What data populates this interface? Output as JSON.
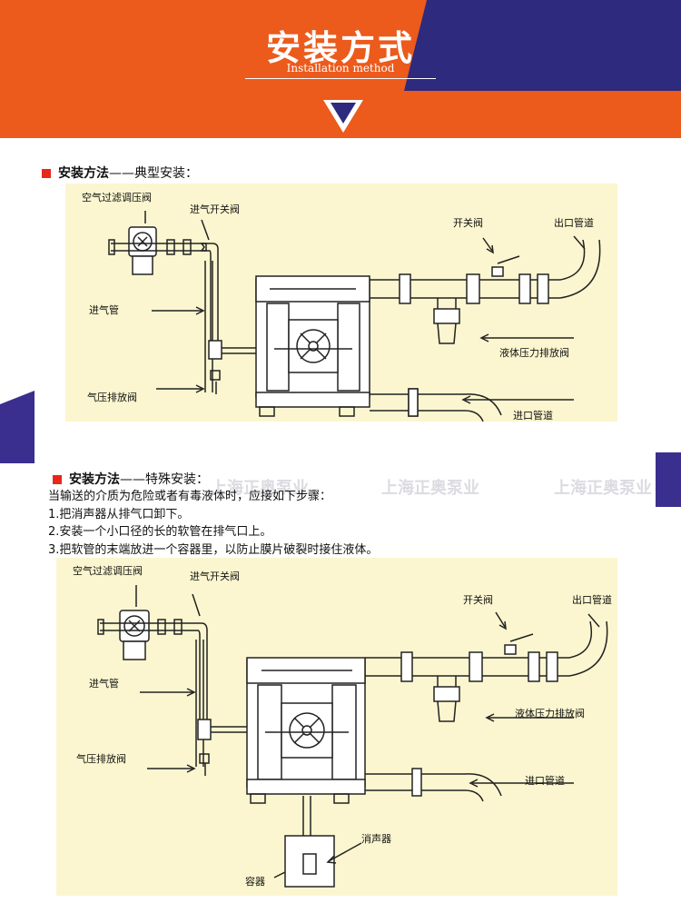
{
  "header": {
    "title": "安装方式",
    "subtitle": "Installation method",
    "colors": {
      "orange": "#ec5a1c",
      "navy": "#2e2a7e",
      "red": "#e8261c",
      "diagram_bg": "#fbf6cf"
    }
  },
  "section1": {
    "heading": "安装方法",
    "subheading": "——典型安装：",
    "labels": {
      "filter": "空气过滤调压阀",
      "inlet_valve": "进气开关阀",
      "switch_valve": "开关阀",
      "outlet_pipe": "出口管道",
      "air_pipe": "进气管",
      "relief": "液体压力排放阀",
      "exhaust": "气压排放阀",
      "inlet_pipe": "进口管道"
    }
  },
  "section2": {
    "heading": "安装方法",
    "subheading": "——特殊安装：",
    "intro": "当输送的介质为危险或者有毒液体时，应接如下步骤：",
    "steps": [
      "1.把消声器从排气口卸下。",
      "2.安装一个小口径的长的软管在排气口上。",
      "3.把软管的末端放进一个容器里，以防止膜片破裂时接住液体。"
    ],
    "labels": {
      "filter": "空气过滤调压阀",
      "inlet_valve": "进气开关阀",
      "switch_valve": "开关阀",
      "outlet_pipe": "出口管道",
      "air_pipe": "进气管",
      "relief": "液体压力排放阀",
      "exhaust": "气压排放阀",
      "inlet_pipe": "进口管道",
      "muffler": "消声器",
      "container": "容器"
    }
  },
  "watermark": {
    "text": "上海正奥泵业"
  }
}
